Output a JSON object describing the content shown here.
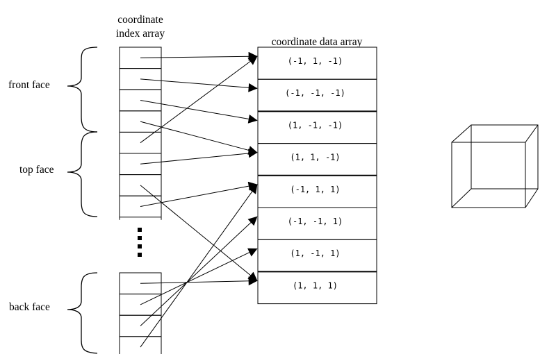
{
  "labels": {
    "index_array_line1": "coordinate",
    "index_array_line2": "index array",
    "data_array": "coordinate data array",
    "front_face": "front face",
    "top_face": "top face",
    "back_face": "back face"
  },
  "coordinates": [
    "(-1, 1, -1)",
    "(-1, -1, -1)",
    "(1, -1, -1)",
    "(1, 1, -1)",
    "(-1, 1, 1)",
    "(-1, -1, 1)",
    "(1, -1, 1)",
    "(1, 1, 1)"
  ],
  "index_array_top_cells": 8,
  "index_array_bottom_cells": 4,
  "pointers_top": [
    0,
    1,
    2,
    3,
    0,
    3,
    7,
    4
  ],
  "pointers_bottom": [
    7,
    6,
    5,
    4
  ]
}
